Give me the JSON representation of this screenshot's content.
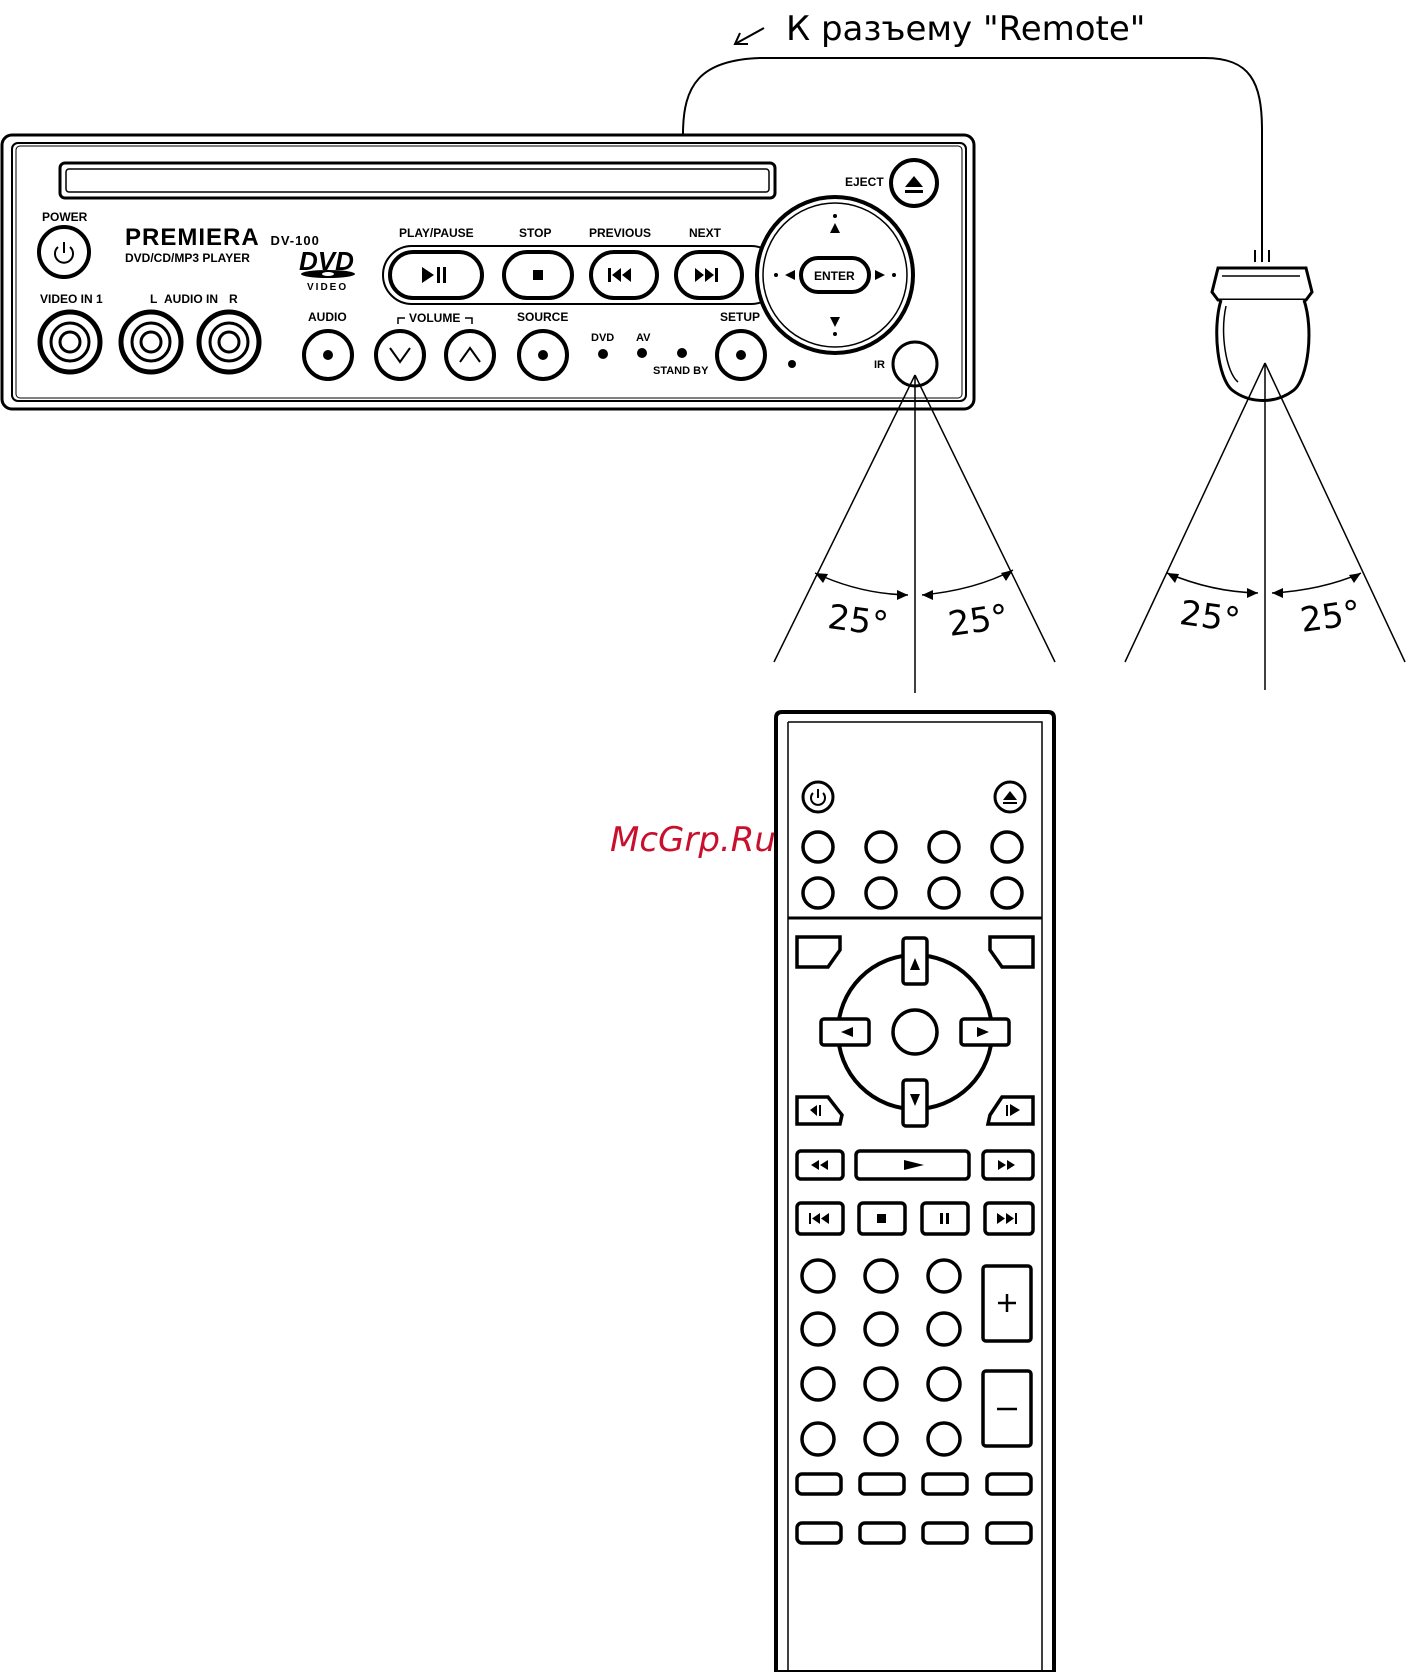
{
  "connector_caption": "К разъему \"Remote\"",
  "player": {
    "brand": "PREMIERA",
    "model": "DV-100",
    "subtitle": "DVD/CD/MP3 PLAYER",
    "logo_top": "DVD",
    "logo_bottom": "VIDEO",
    "labels": {
      "eject": "EJECT",
      "power": "POWER",
      "play_pause": "PLAY/PAUSE",
      "stop": "STOP",
      "previous": "PREVIOUS",
      "next": "NEXT",
      "enter": "ENTER",
      "video_in": "VIDEO IN 1",
      "audio_in_l": "L",
      "audio_in": "AUDIO IN",
      "audio_in_r": "R",
      "audio": "AUDIO",
      "volume": "VOLUME",
      "source": "SOURCE",
      "setup": "SETUP",
      "dvd": "DVD",
      "av": "AV",
      "standby": "STAND BY",
      "ir": "IR"
    }
  },
  "angles": {
    "ir_left": "25°",
    "ir_right": "25°",
    "ext_left": "25°",
    "ext_right": "25°"
  },
  "watermark": "McGrp.Ru",
  "colors": {
    "ink": "#000000",
    "paper": "#ffffff",
    "watermark": "#c8102e"
  },
  "icons": [
    "power-icon",
    "eject-icon",
    "play-pause-icon",
    "stop-icon",
    "previous-icon",
    "next-icon",
    "arrow-up-icon",
    "arrow-down-icon",
    "arrow-left-icon",
    "arrow-right-icon",
    "volume-down-icon",
    "volume-up-icon"
  ]
}
